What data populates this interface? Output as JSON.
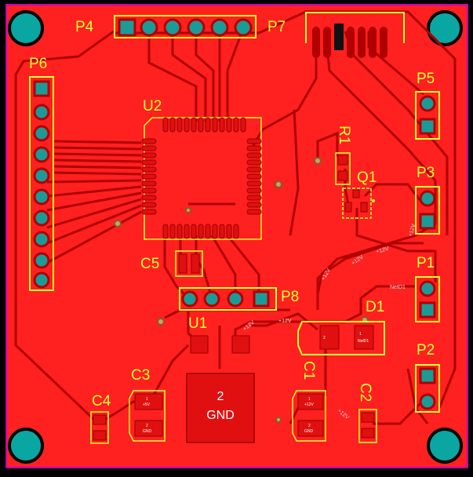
{
  "board": {
    "colors": {
      "background": "#000000",
      "copper": "#ff2020",
      "trace": "#b00000",
      "pad": "#e01010",
      "via": "#00a0a0",
      "silkscreen": "#ffff33",
      "outline": "#c000c0"
    },
    "designators": {
      "p4": "P4",
      "p7": "P7",
      "p6": "P6",
      "p5": "P5",
      "p3": "P3",
      "p1": "P1",
      "p2": "P2",
      "p8": "P8",
      "u1": "U1",
      "u2": "U2",
      "c2": "C2",
      "c3": "C3",
      "c4": "C4",
      "c5": "C5",
      "r1": "R1",
      "q1": "Q1",
      "d1": "D1",
      "c1": "C1"
    },
    "nets": {
      "pwr": "+12V",
      "gnd": "GND",
      "netd1": "NetD1",
      "pin_gnd": "2",
      "pin1": "1",
      "pin2": "2",
      "p5v": "+5V"
    }
  }
}
